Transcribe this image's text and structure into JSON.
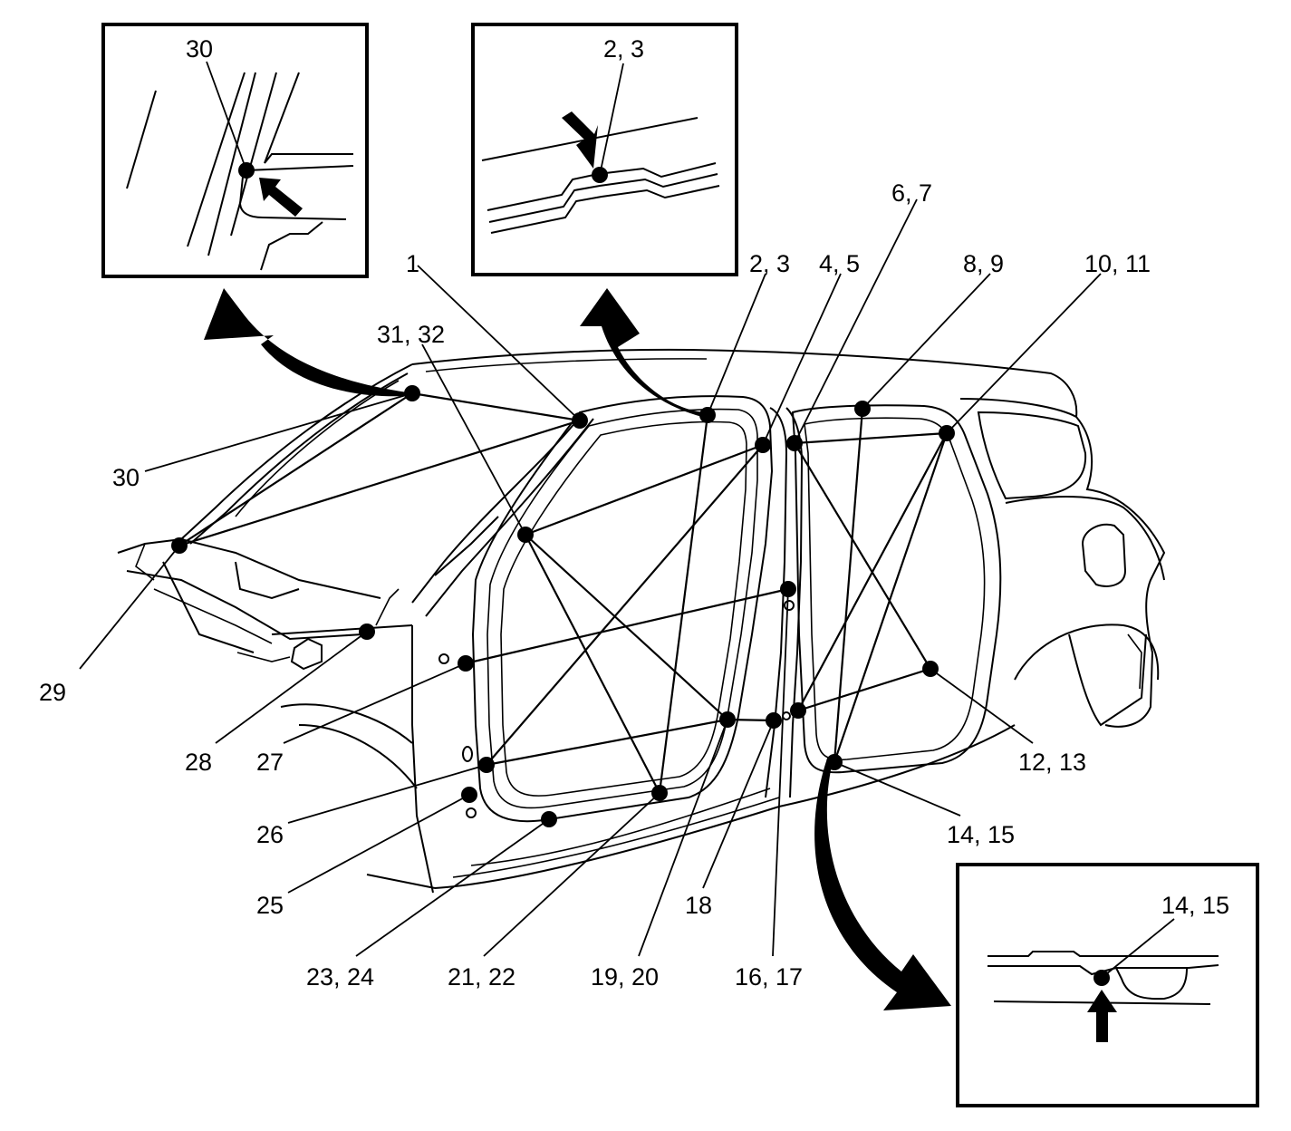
{
  "labels": {
    "l1": "1",
    "l23_top": "2, 3",
    "l45": "4, 5",
    "l67": "6, 7",
    "l89": "8, 9",
    "l1011": "10, 11",
    "l3132": "31, 32",
    "l30": "30",
    "l29": "29",
    "l28": "28",
    "l27": "27",
    "l26": "26",
    "l25": "25",
    "l2324": "23, 24",
    "l2122": "21, 22",
    "l1920": "19, 20",
    "l18": "18",
    "l1617": "16, 17",
    "l1415": "14, 15",
    "l1213": "12, 13"
  },
  "insets": {
    "top_left_label": "30",
    "top_middle_label": "2, 3",
    "bottom_right_label": "14, 15"
  }
}
